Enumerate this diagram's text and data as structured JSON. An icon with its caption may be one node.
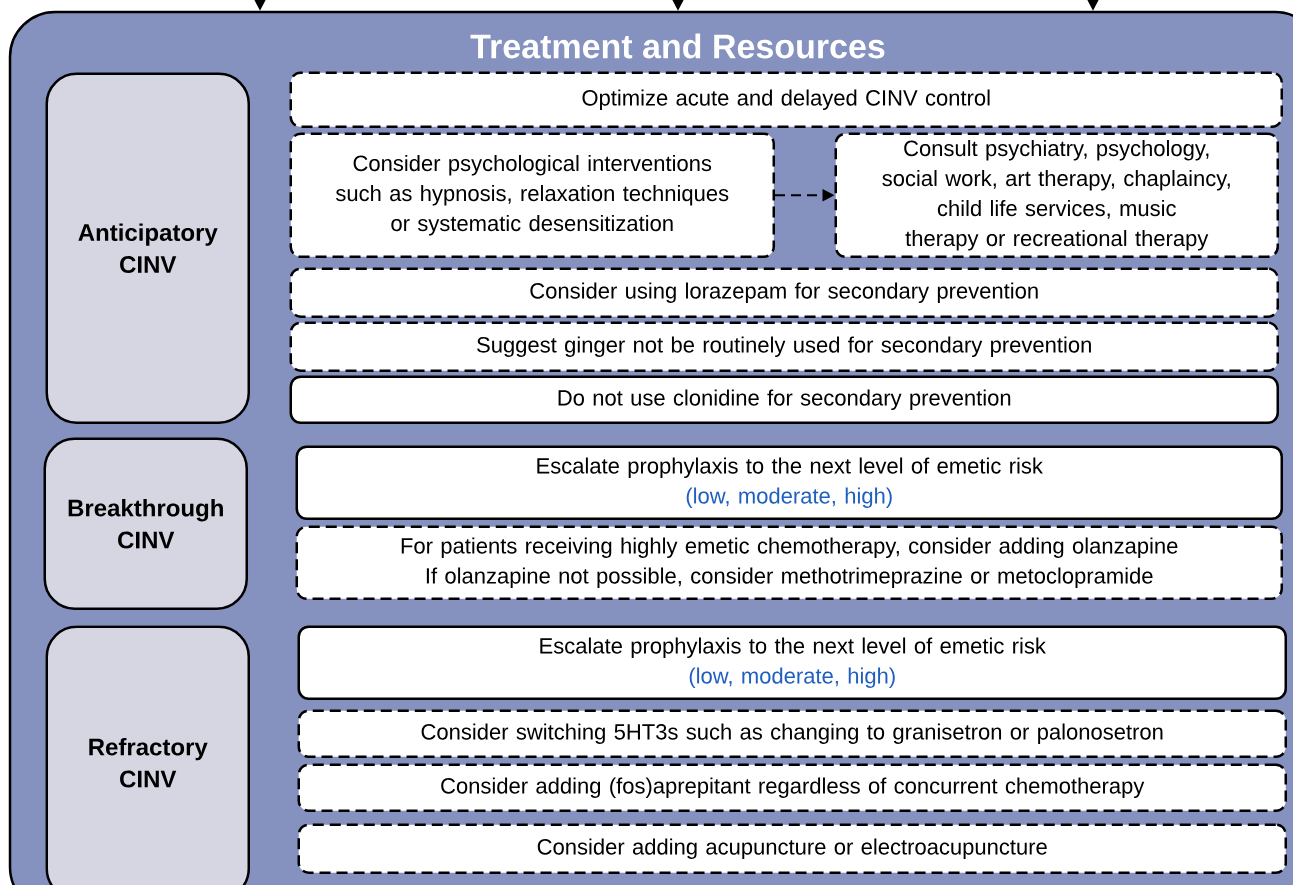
{
  "diagram": {
    "nodes": [
      {
        "text": [
          "Treatment and Resources"
        ]
      },
      {
        "text": [
          "Anticipatory CINV"
        ],
        "in": 0
      },
      {
        "text": [
          "Optimize acute and delayed CINV control"
        ],
        "in": 0
      },
      {
        "text": [
          "Consider psychological interventions such as hypnosis, relaxation techniques or systematic desensitization"
        ],
        "in": 0
      },
      {
        "text": [
          "Consult psychiatry, psychology, social work, art therapy, chaplaincy, child life services, music therapy or recreational therapy"
        ],
        "in": 0
      },
      {
        "text": [
          "Consider using lorazepam for secondary prevention"
        ],
        "in": 0
      },
      {
        "text": [
          "Suggest ginger not be routinely used for secondary prevention"
        ],
        "in": 0
      },
      {
        "text": [
          "Do not use clonidine for secondary prevention"
        ],
        "in": 0
      },
      {
        "text": [
          "Breakthrough CINV"
        ],
        "in": 0
      },
      {
        "text": [
          "Escalate prophylaxis to the next level of emetic risk",
          "(low, moderate, high)"
        ],
        "in": 0
      },
      {
        "text": [
          "For patients receiving highly emetic chemotherapy, consider adding olanzapine If olanzapine not possible, consider methotrimeprazine or metoclopramide"
        ],
        "in": 0
      },
      {
        "text": [
          "Refractory CINV"
        ],
        "in": 0
      },
      {
        "text": [
          "Escalate prophylaxis to the next level of emetic risk",
          "(low, moderate, high)"
        ],
        "in": 0
      },
      {
        "text": [
          "Consider switching 5HT3s such as changing to granisetron or palonosetron"
        ],
        "in": 0
      },
      {
        "text": [
          "Consider adding (fos)aprepitant regardless of concurrent chemotherapy"
        ],
        "in": 0
      },
      {
        "text": [
          "Consider adding acupuncture or electroacupuncture"
        ],
        "in": 0
      }
    ],
    "edges": [
      {
        "from": null,
        "to": 0,
        "arrow": "to"
      },
      {
        "from": null,
        "to": 0,
        "arrow": "to"
      },
      {
        "from": null,
        "to": 0,
        "arrow": "to"
      },
      {
        "from": 3,
        "to": 4,
        "arrow": "to",
        "style": "dashed"
      }
    ]
  }
}
